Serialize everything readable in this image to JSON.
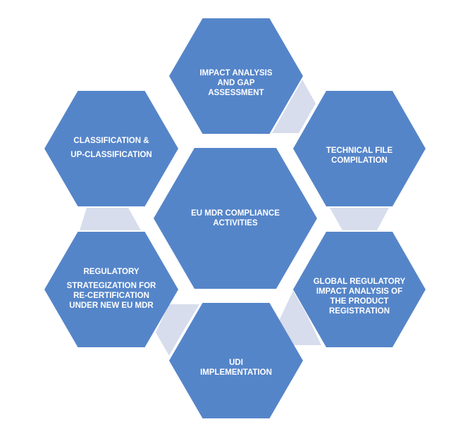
{
  "colors": {
    "hexagon": "#5585C9",
    "connector": "#D7DDEC"
  },
  "center": {
    "lines": [
      "EU MDR COMPLIANCE",
      "ACTIVITIES"
    ]
  },
  "nodes": [
    {
      "id": "top",
      "lines": [
        "IMPACT ANALYSIS",
        "AND GAP",
        "ASSESSMENT"
      ]
    },
    {
      "id": "top-right",
      "lines": [
        "TECHNICAL FILE",
        "COMPILATION"
      ]
    },
    {
      "id": "bottom-right",
      "lines": [
        "GLOBAL REGULATORY",
        "IMPACT ANALYSIS OF",
        "THE PRODUCT",
        "REGISTRATION"
      ]
    },
    {
      "id": "bottom",
      "lines": [
        "UDI",
        "IMPLEMENTATION"
      ]
    },
    {
      "id": "bottom-left",
      "lines": [
        "REGULATORY",
        "STRATEGIZATION FOR",
        "RE-CERTIFICATION",
        "UNDER NEW EU MDR"
      ]
    },
    {
      "id": "top-left",
      "lines": [
        "CLASSIFICATION &",
        "UP-CLASSIFICATION"
      ]
    }
  ]
}
